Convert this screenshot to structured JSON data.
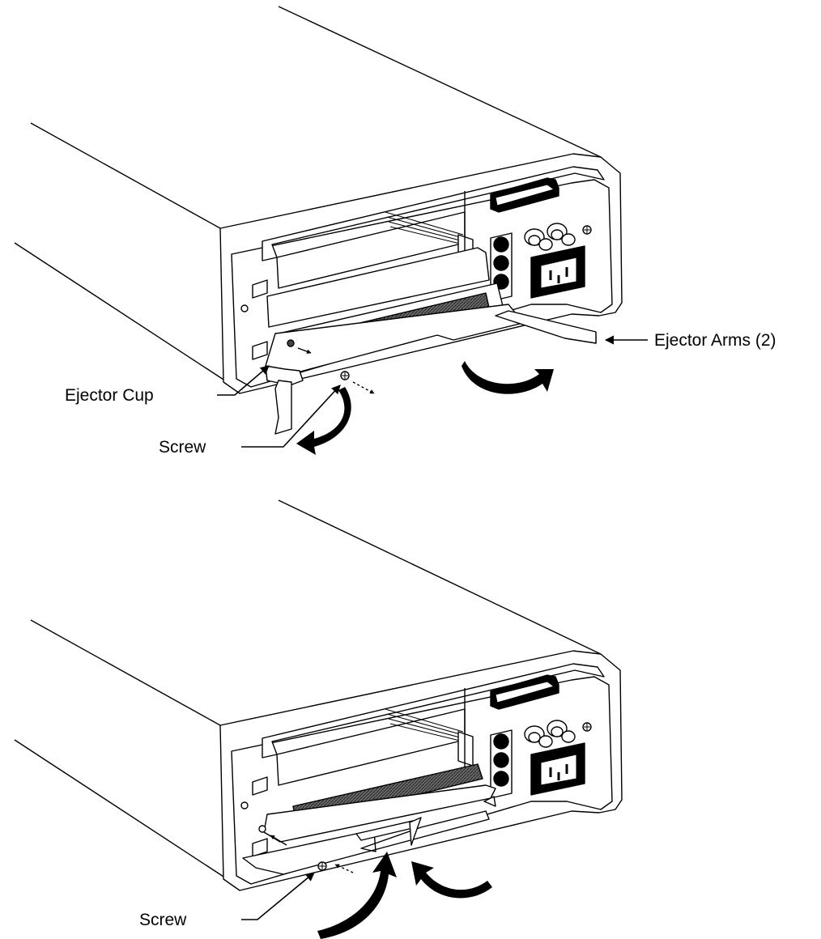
{
  "figure": {
    "top_panel": {
      "callouts": {
        "ejector_arms": "Ejector Arms (2)",
        "ejector_cup": "Ejector Cup",
        "screw": "Screw"
      }
    },
    "bottom_panel": {
      "callouts": {
        "screw": "Screw"
      }
    }
  },
  "colors": {
    "line": "#000000",
    "fill": "#ffffff",
    "dark_fill": "#000000",
    "card_connector_fill": "#4a4a4a"
  }
}
